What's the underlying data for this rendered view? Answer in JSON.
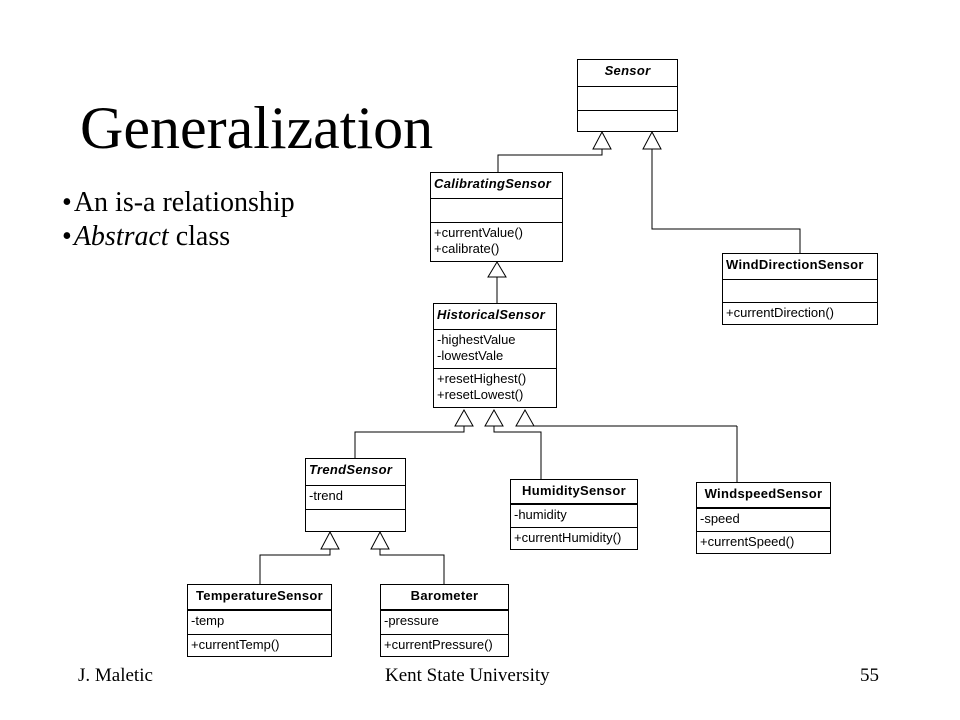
{
  "slide": {
    "title": "Generalization",
    "bullets": [
      {
        "marker": "•",
        "prefix": "",
        "emphasis": "",
        "text": "An is-a relationship"
      },
      {
        "marker": "•",
        "prefix": "",
        "emphasis": "Abstract",
        "text": " class"
      }
    ],
    "footer": {
      "author": "J. Maletic",
      "institution": "Kent State University",
      "page_number": "55"
    }
  },
  "diagram": {
    "classes": {
      "sensor": {
        "name": "Sensor",
        "attributes": [],
        "operations": []
      },
      "calibrating": {
        "name": "CalibratingSensor",
        "attributes": [],
        "operations": [
          "+currentValue()",
          "+calibrate()"
        ]
      },
      "winddir": {
        "name": "WindDirectionSensor",
        "attributes": [],
        "operations": [
          "+currentDirection()"
        ]
      },
      "historical": {
        "name": "HistoricalSensor",
        "attributes": [
          "-highestValue",
          "-lowestVale"
        ],
        "operations": [
          "+resetHighest()",
          "+resetLowest()"
        ]
      },
      "trend": {
        "name": "TrendSensor",
        "attributes": [
          "-trend"
        ],
        "operations": []
      },
      "humidity": {
        "name": "HumiditySensor",
        "attributes": [
          "-humidity"
        ],
        "operations": [
          "+currentHumidity()"
        ]
      },
      "windspeed": {
        "name": "WindspeedSensor",
        "attributes": [
          "-speed"
        ],
        "operations": [
          "+currentSpeed()"
        ]
      },
      "temperature": {
        "name": "TemperatureSensor",
        "attributes": [
          "-temp"
        ],
        "operations": [
          "+currentTemp()"
        ]
      },
      "barometer": {
        "name": "Barometer",
        "attributes": [
          "-pressure"
        ],
        "operations": [
          "+currentPressure()"
        ]
      }
    },
    "generalizations": [
      {
        "child": "CalibratingSensor",
        "parent": "Sensor"
      },
      {
        "child": "WindDirectionSensor",
        "parent": "Sensor"
      },
      {
        "child": "HistoricalSensor",
        "parent": "CalibratingSensor"
      },
      {
        "child": "TrendSensor",
        "parent": "HistoricalSensor"
      },
      {
        "child": "HumiditySensor",
        "parent": "HistoricalSensor"
      },
      {
        "child": "WindspeedSensor",
        "parent": "HistoricalSensor"
      },
      {
        "child": "TemperatureSensor",
        "parent": "TrendSensor"
      },
      {
        "child": "Barometer",
        "parent": "TrendSensor"
      }
    ]
  }
}
